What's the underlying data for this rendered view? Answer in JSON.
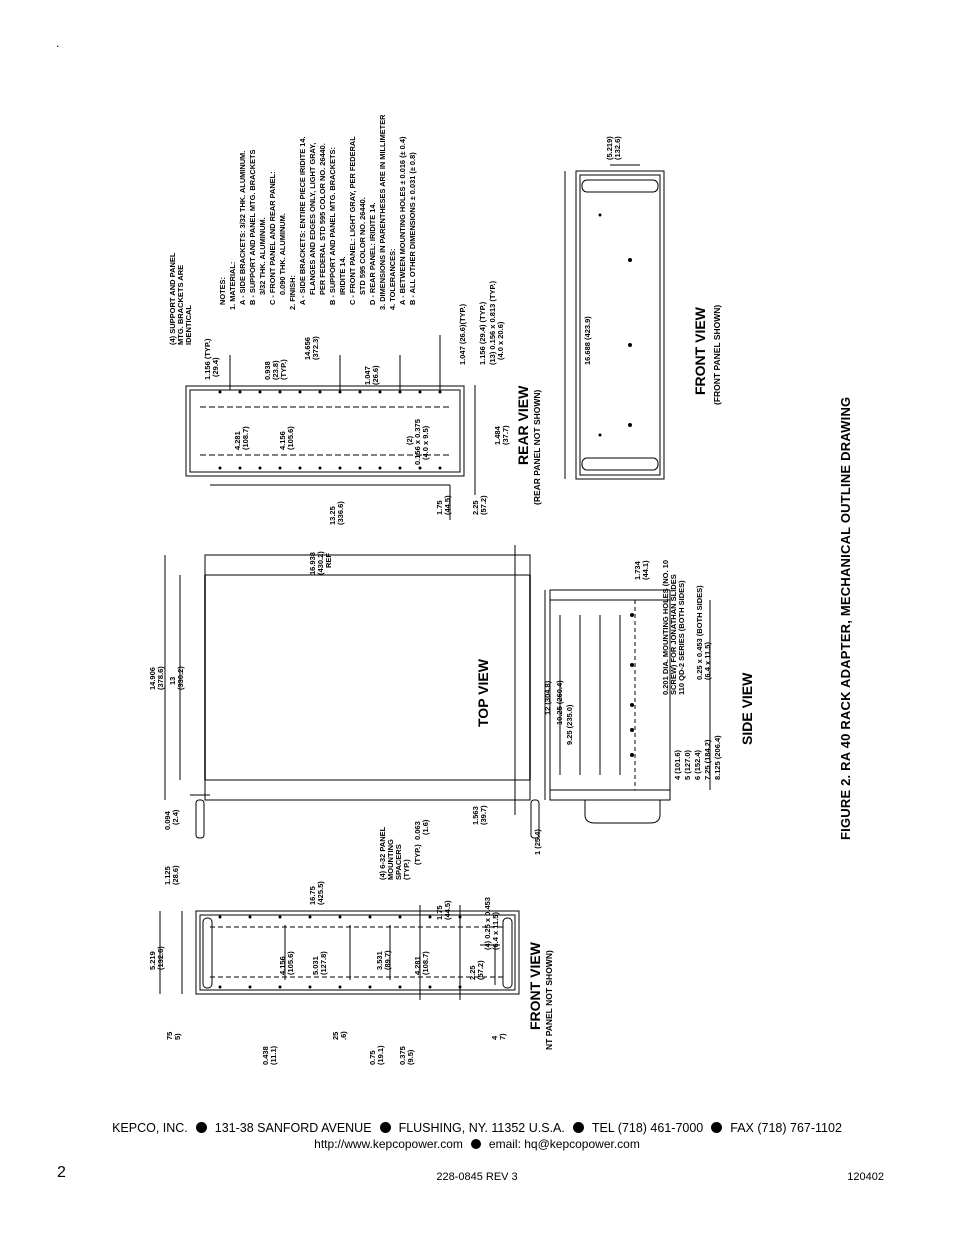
{
  "header": {
    "mark": "."
  },
  "figure": {
    "caption": "FIGURE 2.  RA 40 RACK ADAPTER, MECHANICAL OUTLINE DRAWING",
    "views": {
      "front_left": {
        "title": "FRONT VIEW",
        "subtitle": "NT PANEL NOT SHOWN)"
      },
      "top": {
        "title": "TOP VIEW"
      },
      "side": {
        "title": "SIDE VIEW"
      },
      "rear": {
        "title": "REAR VIEW",
        "subtitle": "(REAR PANEL NOT SHOWN)"
      },
      "front_right": {
        "title": "FRONT VIEW",
        "subtitle": "(FRONT PANEL SHOWN)"
      }
    },
    "notes": [
      "NOTES:",
      "1. MATERIAL:",
      "A - SIDE BRACKETS: 3/32 THK. ALUMINUM.",
      "B - SUPPORT AND PANEL MTG. BRACKETS",
      "3/32 THK. ALUMINUM.",
      "C - FRONT PANEL AND REAR PANEL:",
      "0.090 THK. ALUMINUM.",
      "2. FINISH:",
      "A - SIDE BRACKETS: ENTIRE PIECE IRIDITE 14.",
      "FLANGES AND EDGES ONLY, LIGHT GRAY,",
      "PER FEDERAL STD 595 COLOR NO. 26440.",
      "B - SUPPORT AND PANEL MTG. BRACKETS:",
      "IRIDITE 14.",
      "C - FRONT PANEL: LIGHT GRAY, PER FEDERAL",
      "STD 595 COLOR NO. 26440.",
      "D - REAR PANEL: IRIDITE 14.",
      "3. DIMENSIONS IN PARENTHESES ARE IN MILLIMETER",
      "4. TOLERANCES:",
      "A - BETWEEN MOUNTING HOLES ± 0.016 (± 0.4)",
      "B - ALL OTHER DIMENSIONS ± 0.031 (± 0.8)"
    ],
    "callouts": {
      "brackets": [
        "(4) SUPPORT AND PANEL",
        "MTG. BRACKETS ARE",
        "IDENTICAL"
      ],
      "spacers": [
        "(4) 6-32 PANEL",
        "MOUNTING",
        "SPACERS",
        "(TYP.)"
      ],
      "slides": [
        "0.201 DIA. MOUNTING HOLES (NO. 10",
        "SCREW) FOR JONATHAN SLIDES",
        "110 QD-2 SERIES (BOTH SIDES)"
      ],
      "slots_side": "0.25 x 0.453 (BOTH SIDES)",
      "slots_side_mm": "(6.4 x 11.5)",
      "slots_front": "(4) 0.25 x 0.453",
      "slots_front_mm": "(6.4 x 11.5)",
      "rear_holes": "(13) 0.156 x 0.813 (TYP.)",
      "rear_holes_mm": "(4.0 x 20.6)"
    },
    "dimensions": {
      "top": [
        "14.906",
        "(378.6)",
        "13",
        "(330.2)",
        "16.938",
        "(430.2)",
        "REF",
        "0.094",
        "(2.4)",
        "1.563",
        "(39.7)",
        "0.063",
        "(1.6)",
        "(TYP.)"
      ],
      "front_left": [
        "5.219",
        "(132.6)",
        "1.125",
        "(28.6)",
        "16.75",
        "(425.5)",
        "4.156",
        "(105.6)",
        "5.031",
        "(127.8)",
        "3.531",
        "(89.7)",
        "4.281",
        "(108.7)",
        "1.75",
        "(44.5)",
        "2.25",
        "(57.2)",
        "0.438",
        "(11.1)",
        "0.75",
        "(19.1)",
        "0.375",
        "(9.5)",
        "75",
        "5)",
        "25",
        ".6)",
        "4",
        "7)"
      ],
      "side": [
        "12 (304.8)",
        "10.25 (260.4)",
        "9.25 (235.0)",
        "4 (101.6)",
        "5 (127.0)",
        "6 (152.4)",
        "7.25 (184.2)",
        "8.125 (206.4)",
        "1.734",
        "(44.1)",
        "1 (25.4)"
      ],
      "rear": [
        "1.156 (TYP.)",
        "(29.4)",
        "4.281",
        "(108.7)",
        "0.938",
        "(23.8)",
        "(TYP.)",
        "4.156",
        "(105.6)",
        "14.656",
        "(372.3)",
        "1.047",
        "(26.6)",
        "13.25",
        "(336.6)",
        "1.75",
        "(44.5)",
        "2.25",
        "(57.2)",
        "1.484",
        "(37.7)",
        "(2)",
        "0.156 x 0.375",
        "(4.0 x 9.5)",
        "1.047 (26.6)(TYP.)",
        "1.156 (29.4) (TYP.)"
      ],
      "front_right": [
        "16.688 (423.9)",
        "(5.219)",
        "(132.6)"
      ]
    }
  },
  "footer": {
    "company": "KEPCO, INC.",
    "address": "131-38 SANFORD AVENUE",
    "city": "FLUSHING, NY. 11352 U.S.A.",
    "tel": "TEL (718) 461-7000",
    "fax": "FAX (718) 767-1102",
    "web": "http://www.kepcopower.com",
    "email": "email: hq@kepcopower.com",
    "page_number": "2",
    "doc_number": "228-0845 REV 3",
    "date": "120402"
  }
}
